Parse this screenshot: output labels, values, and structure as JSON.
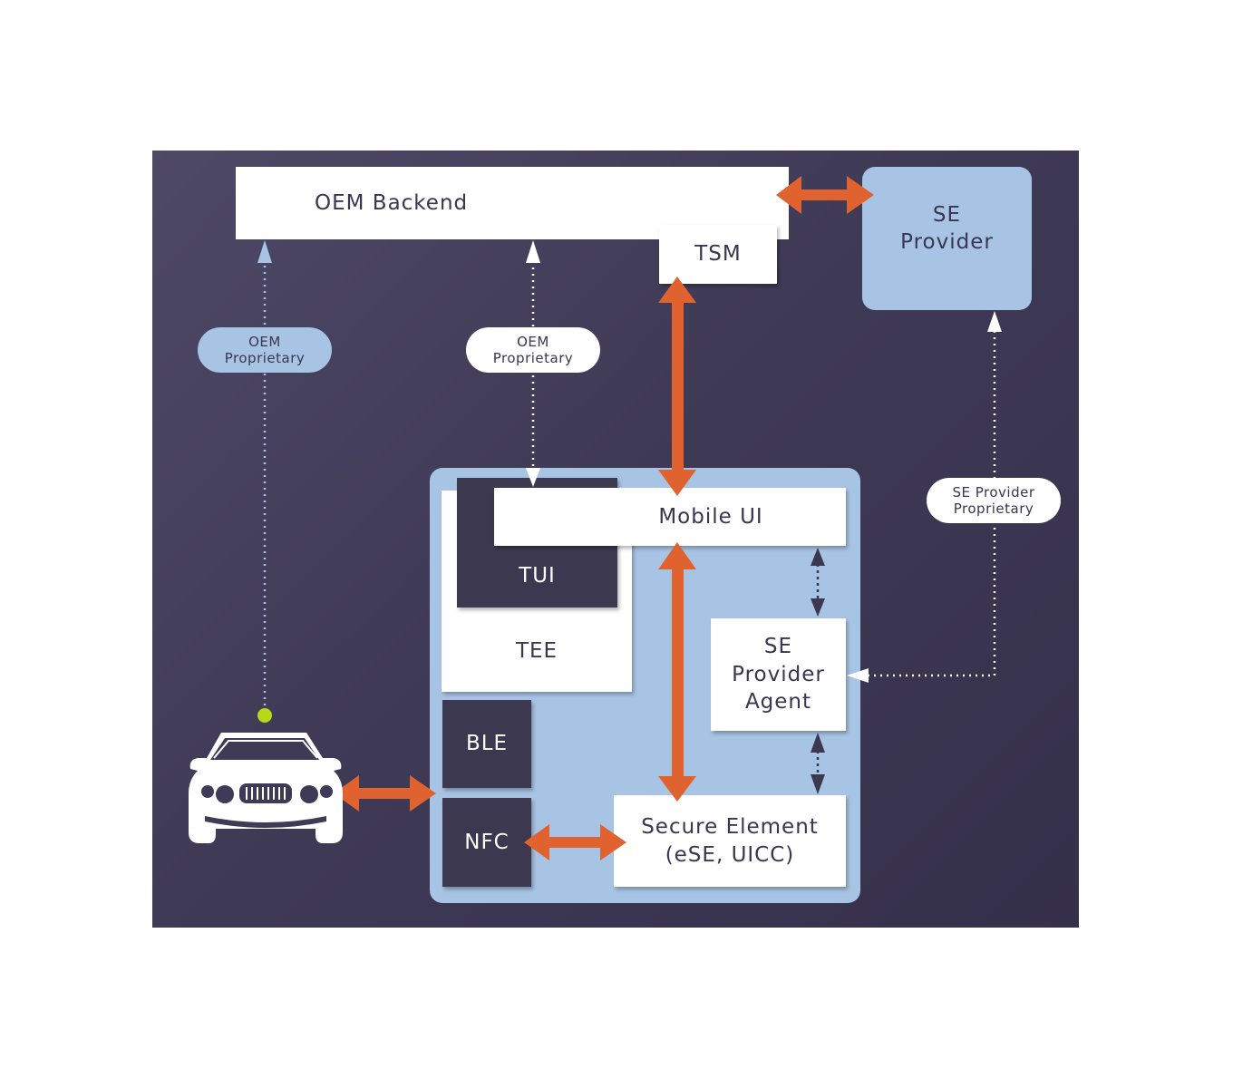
{
  "labels": {
    "oem_backend": "OEM Backend",
    "tsm": "TSM",
    "se_provider": "SE\nProvider",
    "oem_proprietary_left": "OEM\nProprietary",
    "oem_proprietary_mid": "OEM\nProprietary",
    "se_provider_proprietary": "SE Provider\nProprietary",
    "mobile_ui": "Mobile UI",
    "tui": "TUI",
    "tee": "TEE",
    "se_provider_agent": "SE\nProvider\nAgent",
    "ble": "BLE",
    "nfc": "NFC",
    "secure_element": "Secure Element\n(eSE, UICC)"
  },
  "icons": {
    "vehicle": "car-icon"
  },
  "colors": {
    "background_panel": "#433e5a",
    "arrow_orange": "#e0622f",
    "device_blue": "#a8c4e4",
    "dark_box": "#3c3850",
    "connection_dot": "#b8d91a"
  }
}
